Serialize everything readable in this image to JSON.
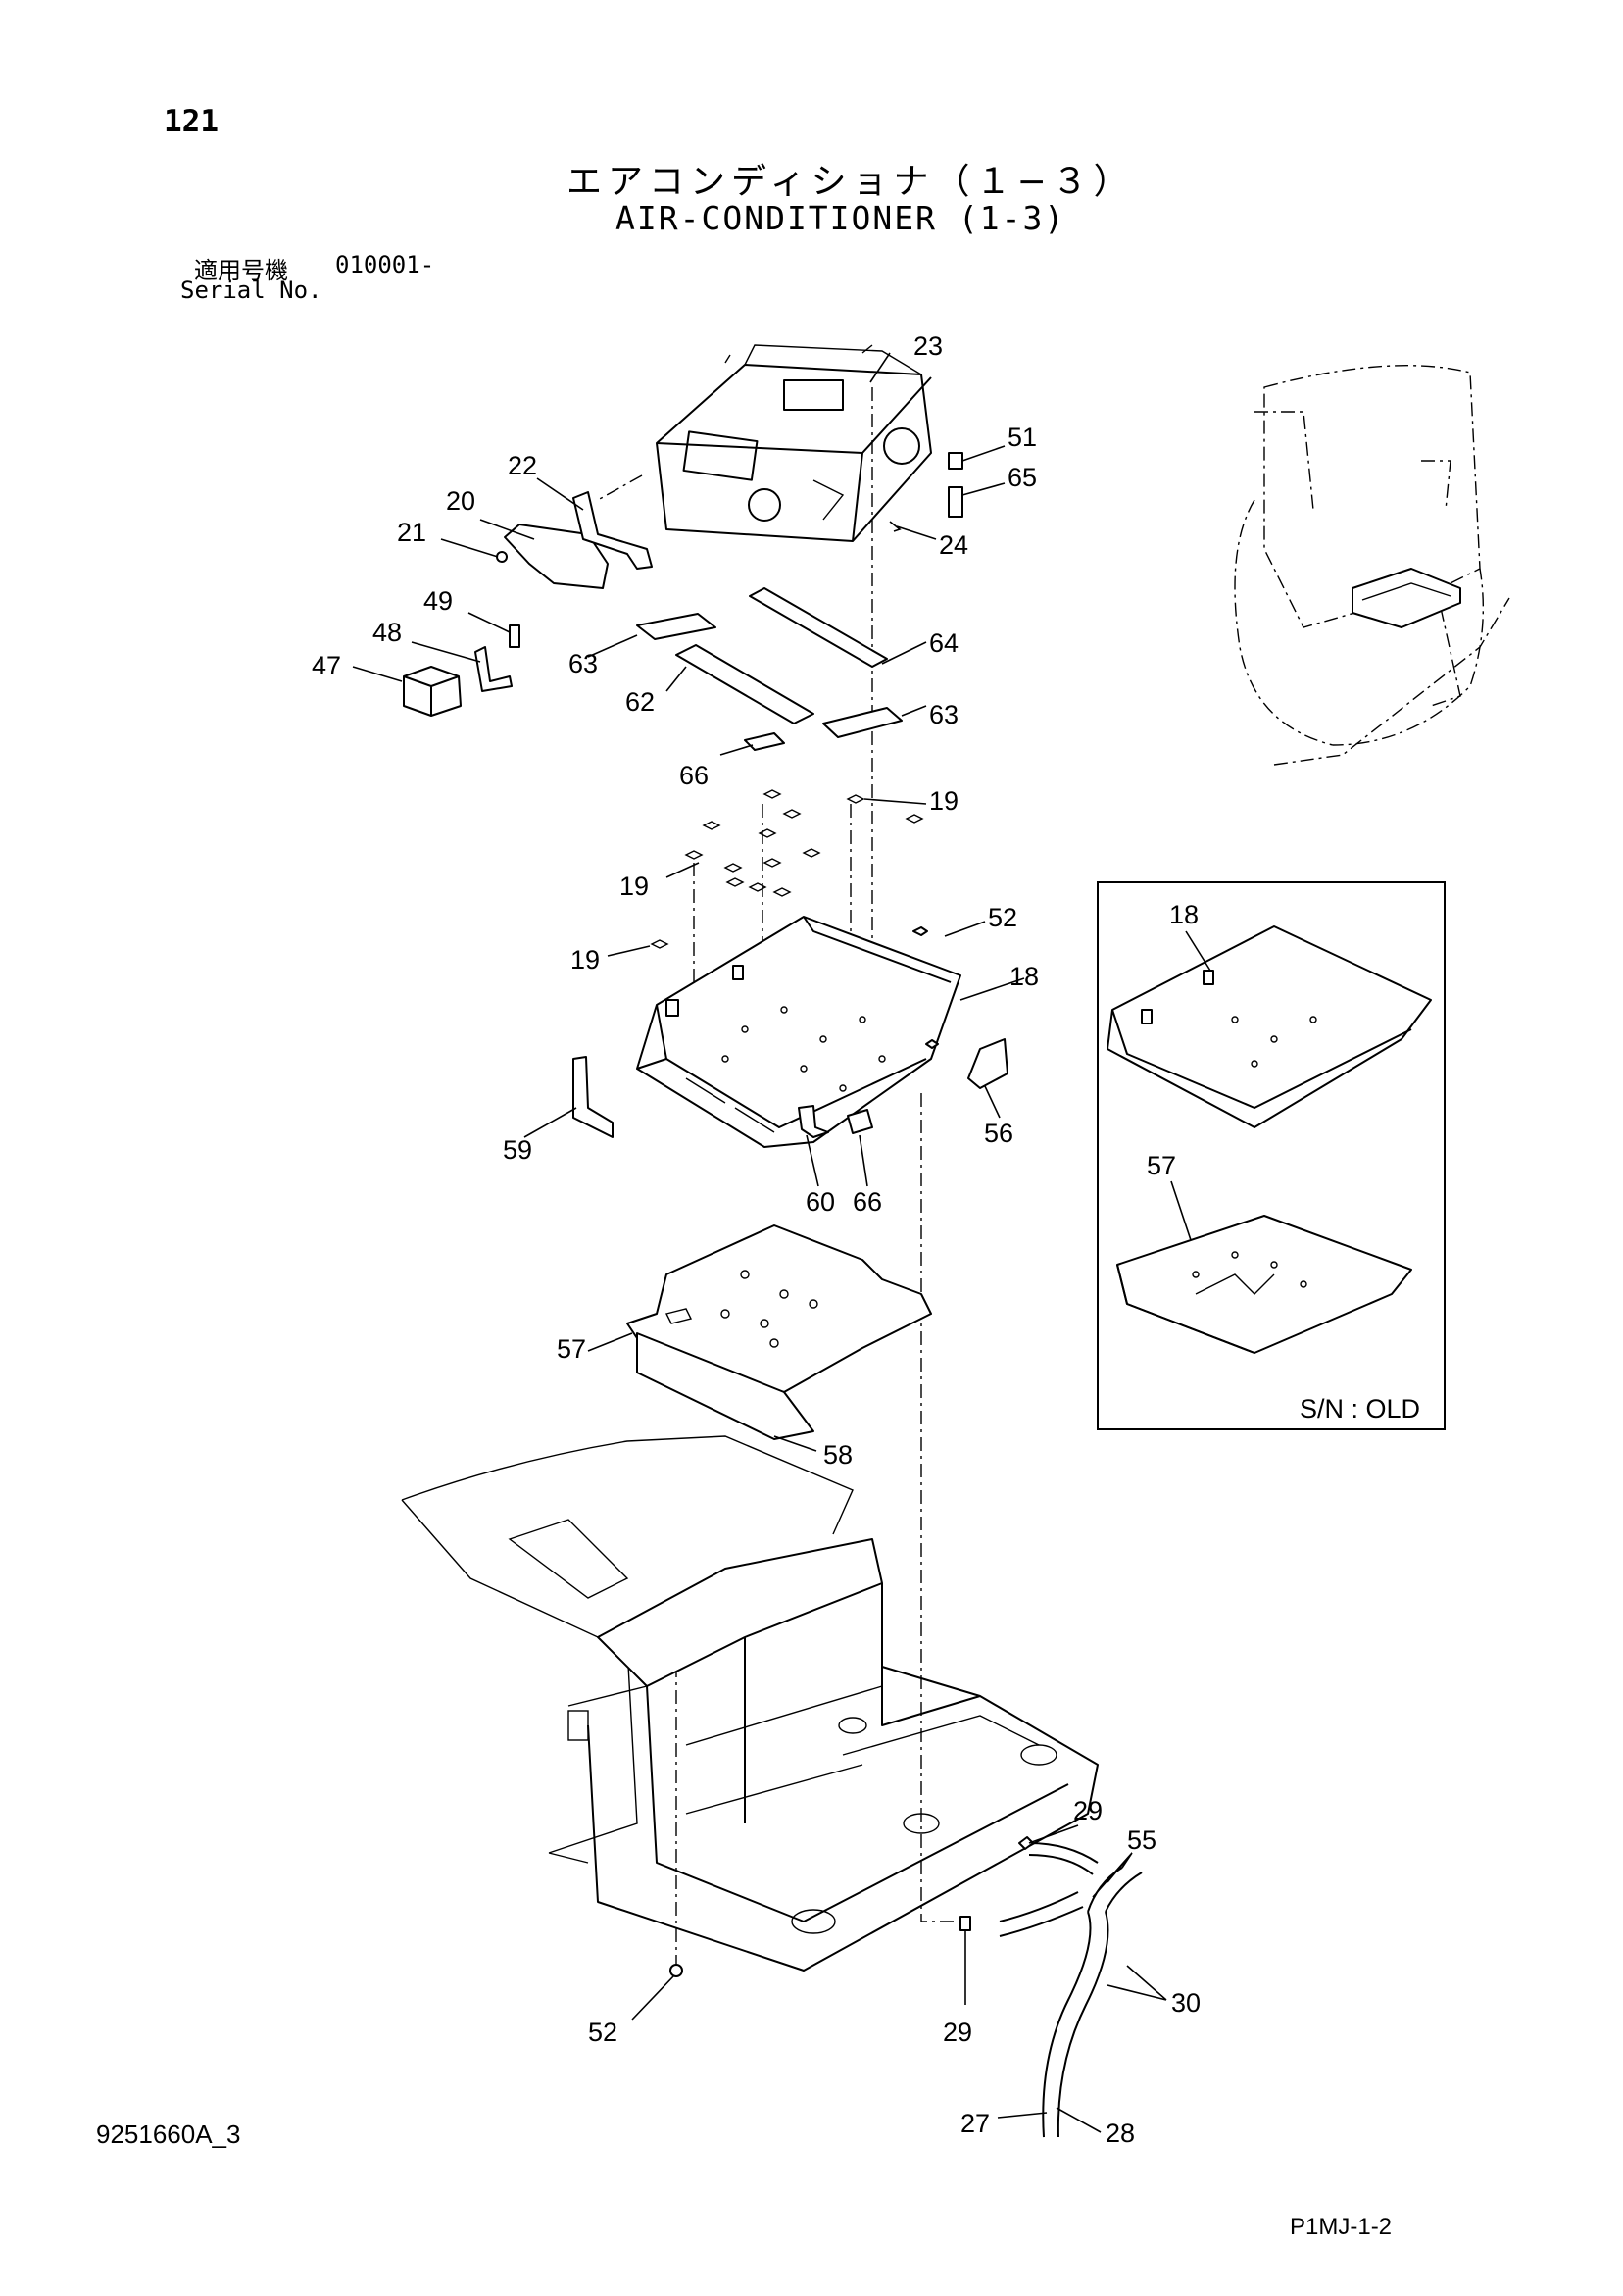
{
  "page_number": "121",
  "title_jp": "エアコンディショナ（１−３）",
  "title_en": "AIR-CONDITIONER (1-3)",
  "serial": {
    "label_jp": "適用号機",
    "label_en": "Serial No.",
    "value": "010001-"
  },
  "drawing_number": "9251660A_3",
  "page_code": "P1MJ-1-2",
  "inset": {
    "caption": "S/N : OLD"
  },
  "callouts": [
    {
      "id": "c23",
      "text": "23"
    },
    {
      "id": "c22",
      "text": "22"
    },
    {
      "id": "c20",
      "text": "20"
    },
    {
      "id": "c21",
      "text": "21"
    },
    {
      "id": "c51",
      "text": "51"
    },
    {
      "id": "c65",
      "text": "65"
    },
    {
      "id": "c24",
      "text": "24"
    },
    {
      "id": "c49",
      "text": "49"
    },
    {
      "id": "c48",
      "text": "48"
    },
    {
      "id": "c47",
      "text": "47"
    },
    {
      "id": "c63a",
      "text": "63"
    },
    {
      "id": "c64",
      "text": "64"
    },
    {
      "id": "c62",
      "text": "62"
    },
    {
      "id": "c63b",
      "text": "63"
    },
    {
      "id": "c66a",
      "text": "66"
    },
    {
      "id": "c19a",
      "text": "19"
    },
    {
      "id": "c19b",
      "text": "19"
    },
    {
      "id": "c19c",
      "text": "19"
    },
    {
      "id": "c52a",
      "text": "52"
    },
    {
      "id": "c18",
      "text": "18"
    },
    {
      "id": "c59",
      "text": "59"
    },
    {
      "id": "c56",
      "text": "56"
    },
    {
      "id": "c60",
      "text": "60"
    },
    {
      "id": "c66b",
      "text": "66"
    },
    {
      "id": "c57",
      "text": "57"
    },
    {
      "id": "c58",
      "text": "58"
    },
    {
      "id": "c29a",
      "text": "29"
    },
    {
      "id": "c55",
      "text": "55"
    },
    {
      "id": "c30",
      "text": "30"
    },
    {
      "id": "c52b",
      "text": "52"
    },
    {
      "id": "c29b",
      "text": "29"
    },
    {
      "id": "c27",
      "text": "27"
    },
    {
      "id": "c28",
      "text": "28"
    },
    {
      "id": "c18i",
      "text": "18"
    },
    {
      "id": "c57i",
      "text": "57"
    }
  ]
}
